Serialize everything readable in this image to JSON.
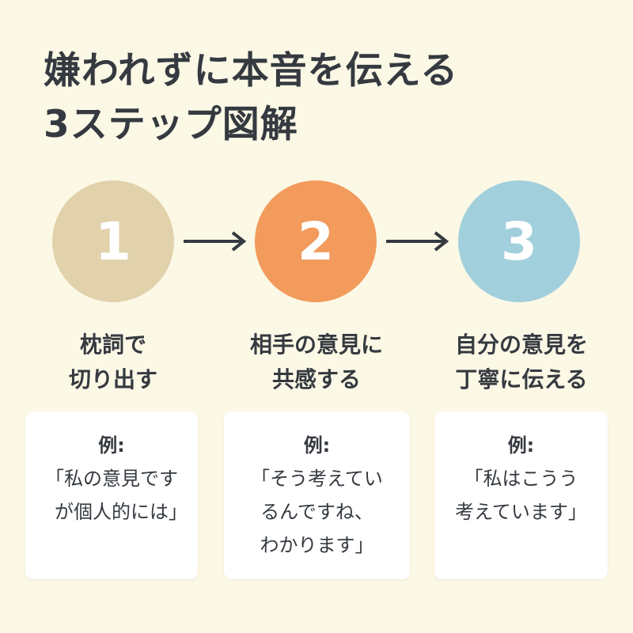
{
  "title": {
    "line1": "嫌われずに本音を伝える",
    "line2": "3ステップ図解"
  },
  "colors": {
    "step1": "#e1d2ac",
    "step2": "#f29b5c",
    "step3": "#a2cfdc",
    "background": "#fcf8e6",
    "text": "#353a40"
  },
  "steps": [
    {
      "number": "1",
      "label_line1": "枕詞で",
      "label_line2": "切り出す",
      "example_label": "例:",
      "example_lines": [
        "「私の意見です",
        "が個人的には」"
      ]
    },
    {
      "number": "2",
      "label_line1": "相手の意見に",
      "label_line2": "共感する",
      "example_label": "例:",
      "example_lines": [
        "「そう考えてい",
        "るんですね、",
        "わかります」"
      ]
    },
    {
      "number": "3",
      "label_line1": "自分の意見を",
      "label_line2": "丁寧に伝える",
      "example_label": "例:",
      "example_lines": [
        "「私はこうう",
        "考えています」"
      ]
    }
  ]
}
